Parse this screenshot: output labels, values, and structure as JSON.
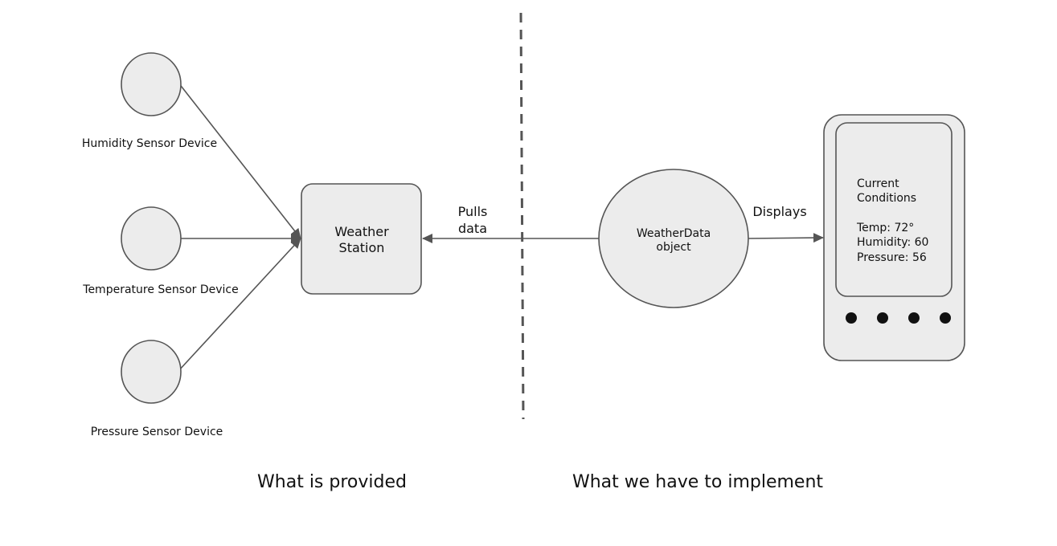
{
  "sensors": [
    {
      "label": "Humidity Sensor Device"
    },
    {
      "label": "Temperature Sensor Device"
    },
    {
      "label": "Pressure Sensor Device"
    }
  ],
  "station": {
    "lines": [
      "Weather",
      "Station"
    ]
  },
  "pull_label": {
    "lines": [
      "Pulls",
      "data"
    ]
  },
  "weather_data": {
    "lines": [
      "WeatherData",
      "object"
    ]
  },
  "display_label": "Displays",
  "device": {
    "lines": [
      "Current",
      "Conditions",
      "",
      "Temp: 72°",
      "Humidity: 60",
      "Pressure: 56"
    ]
  },
  "captions": {
    "left": "What is provided",
    "right": "What we have to implement"
  },
  "colors": {
    "node_fill": "#ececec",
    "stroke": "#555555",
    "text": "#111111",
    "button": "#111111"
  }
}
